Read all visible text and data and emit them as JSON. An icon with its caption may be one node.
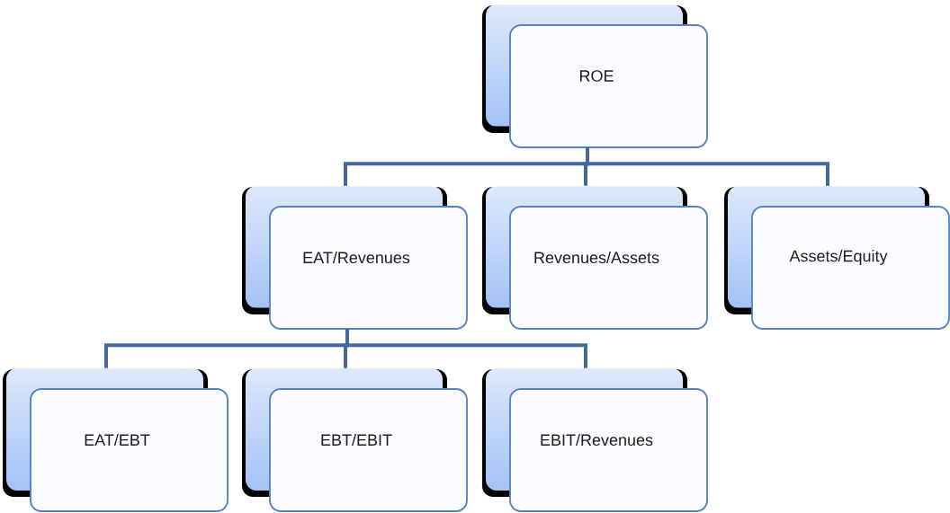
{
  "diagram": {
    "nodes": [
      {
        "text": [
          "ROE"
        ]
      },
      {
        "text": [
          "EAT/Revenues"
        ]
      },
      {
        "text": [
          "Revenues/Assets"
        ]
      },
      {
        "text": [
          "Assets/Equity"
        ]
      },
      {
        "text": [
          "EAT/EBT"
        ]
      },
      {
        "text": [
          "EBT/EBIT"
        ]
      },
      {
        "text": [
          "EBIT/Revenues"
        ]
      }
    ],
    "edges": [
      {
        "from": 0,
        "to": 1,
        "arrow": "none"
      },
      {
        "from": 0,
        "to": 2,
        "arrow": "none"
      },
      {
        "from": 0,
        "to": 3,
        "arrow": "none"
      },
      {
        "from": 1,
        "to": 4,
        "arrow": "none"
      },
      {
        "from": 1,
        "to": 5,
        "arrow": "none"
      },
      {
        "from": 1,
        "to": 6,
        "arrow": "none"
      }
    ]
  }
}
